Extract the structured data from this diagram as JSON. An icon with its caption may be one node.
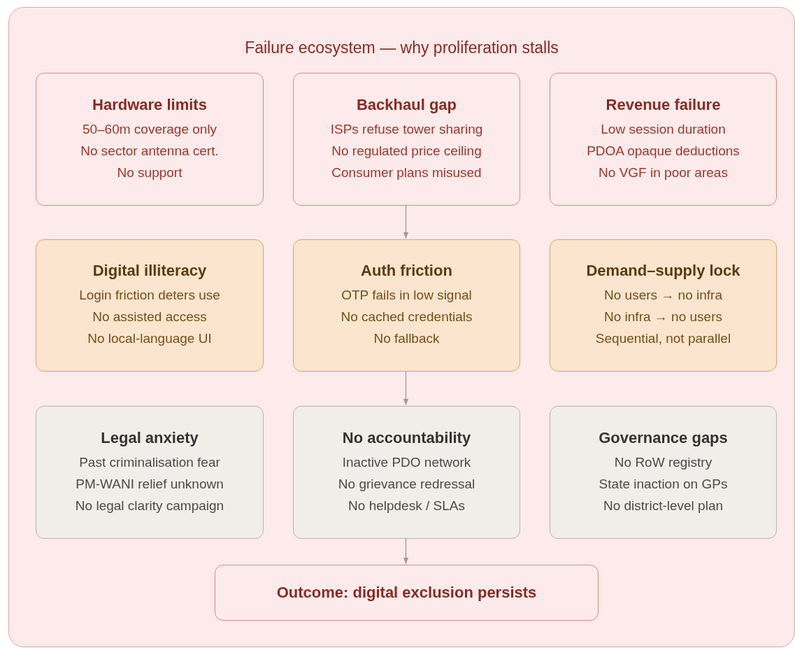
{
  "diagram": {
    "nodes": [
      {
        "text": [
          "Failure ecosystem — why proliferation stalls"
        ]
      },
      {
        "text": [
          "Hardware limits",
          "50–60m coverage only",
          "No sector antenna cert.",
          "No support"
        ],
        "in": 0
      },
      {
        "text": [
          "Backhaul gap",
          "ISPs refuse tower sharing",
          "No regulated price ceiling",
          "Consumer plans misused"
        ],
        "in": 0
      },
      {
        "text": [
          "Revenue failure",
          "Low session duration",
          "PDOA opaque deductions",
          "No VGF in poor areas"
        ],
        "in": 0
      },
      {
        "text": [
          "Digital illiteracy",
          "Login friction deters use",
          "No assisted access",
          "No local-language UI"
        ],
        "in": 0
      },
      {
        "text": [
          "Auth friction",
          "OTP fails in low signal",
          "No cached credentials",
          "No fallback"
        ],
        "in": 0
      },
      {
        "text": [
          "Demand–supply lock",
          "No users → no infra",
          "No infra → no users",
          "Sequential, not parallel"
        ],
        "in": 0
      },
      {
        "text": [
          "Legal anxiety",
          "Past criminalisation fear",
          "PM-WANI relief unknown",
          "No legal clarity campaign"
        ],
        "in": 0
      },
      {
        "text": [
          "No accountability",
          "Inactive PDO network",
          "No grievance redressal",
          "No helpdesk / SLAs"
        ],
        "in": 0
      },
      {
        "text": [
          "Governance gaps",
          "No RoW registry",
          "State inaction on GPs",
          "No district-level plan"
        ],
        "in": 0
      },
      {
        "text": [
          "Outcome: digital exclusion persists"
        ],
        "in": 0
      }
    ],
    "edges": [
      {
        "from": 2,
        "to": 5,
        "arrow": "to"
      },
      {
        "from": 5,
        "to": 8,
        "arrow": "to"
      },
      {
        "from": 8,
        "to": 10,
        "arrow": "to"
      }
    ]
  }
}
